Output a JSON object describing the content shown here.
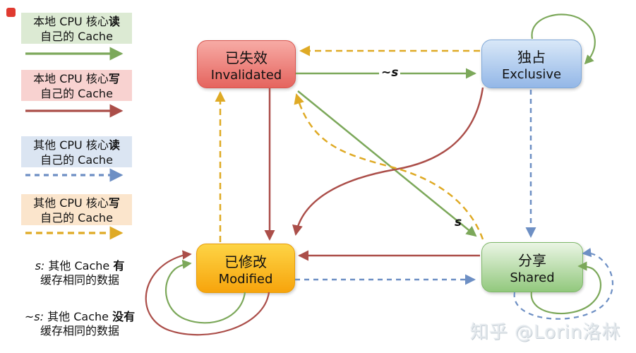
{
  "colors": {
    "local_read": "#7ca85a",
    "local_write": "#ab4e49",
    "other_read": "#6d8fc4",
    "other_write": "#dfaa25",
    "invalidated_top": "#f7aba5",
    "invalidated_bottom": "#e5645e",
    "exclusive_top": "#d9e8f8",
    "exclusive_bottom": "#93b7e7",
    "modified_top": "#fdd445",
    "modified_bottom": "#f7a40c",
    "shared_top": "#eaf5e4",
    "shared_bottom": "#92c87d",
    "legend_local_read_bg": "#dcead3",
    "legend_local_write_bg": "#f8d2d0",
    "legend_other_read_bg": "#dbe5f2",
    "legend_other_write_bg": "#fbe5cc"
  },
  "legend": {
    "items": [
      {
        "prefix": "本地 CPU 核心",
        "bold": "读",
        "line2": "自己的 Cache"
      },
      {
        "prefix": "本地 CPU 核心",
        "bold": "写",
        "line2": "自己的 Cache"
      },
      {
        "prefix": "其他 CPU 核心",
        "bold": "读",
        "line2": "自己的 Cache"
      },
      {
        "prefix": "其他 CPU 核心",
        "bold": "写",
        "line2": "自己的 Cache"
      }
    ],
    "notes": [
      {
        "prefix": "s:",
        "text": "其他 Cache",
        "bold": "有",
        "line2": "缓存相同的数据"
      },
      {
        "prefix": "~s:",
        "text": "其他 Cache",
        "bold": "没有",
        "line2": "缓存相同的数据"
      }
    ]
  },
  "states": {
    "invalidated": {
      "zh": "已失效",
      "en": "Invalidated"
    },
    "exclusive": {
      "zh": "独占",
      "en": "Exclusive"
    },
    "modified": {
      "zh": "已修改",
      "en": "Modified"
    },
    "shared": {
      "zh": "分享",
      "en": "Shared"
    }
  },
  "edge_labels": {
    "not_shared": "~s",
    "shared": "s"
  },
  "watermark": "知乎 @Lorin洛林"
}
